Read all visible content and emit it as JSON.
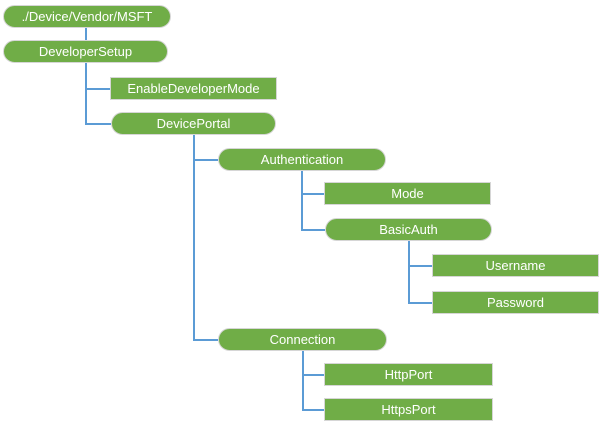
{
  "diagram": {
    "kind": "tree",
    "colors": {
      "node_fill": "#70AD47",
      "node_border": "#D6D6D6",
      "node_text": "#FFFFFF",
      "connector": "#5B9BD5",
      "background": "#FFFFFF"
    },
    "root_label": "./Device/Vendor/MSFT",
    "nodes": [
      {
        "id": "msft",
        "label": "./Device/Vendor/MSFT",
        "shape": "rounded",
        "parent": null
      },
      {
        "id": "developersetup",
        "label": "DeveloperSetup",
        "shape": "rounded",
        "parent": "msft"
      },
      {
        "id": "enabledevelopermode",
        "label": "EnableDeveloperMode",
        "shape": "rect",
        "parent": "developersetup"
      },
      {
        "id": "deviceportal",
        "label": "DevicePortal",
        "shape": "rounded",
        "parent": "developersetup"
      },
      {
        "id": "authentication",
        "label": "Authentication",
        "shape": "rounded",
        "parent": "deviceportal"
      },
      {
        "id": "mode",
        "label": "Mode",
        "shape": "rect",
        "parent": "authentication"
      },
      {
        "id": "basicauth",
        "label": "BasicAuth",
        "shape": "rounded",
        "parent": "authentication"
      },
      {
        "id": "username",
        "label": "Username",
        "shape": "rect",
        "parent": "basicauth"
      },
      {
        "id": "password",
        "label": "Password",
        "shape": "rect",
        "parent": "basicauth"
      },
      {
        "id": "connection",
        "label": "Connection",
        "shape": "rounded",
        "parent": "deviceportal"
      },
      {
        "id": "httpport",
        "label": "HttpPort",
        "shape": "rect",
        "parent": "connection"
      },
      {
        "id": "httpsport",
        "label": "HttpsPort",
        "shape": "rect",
        "parent": "connection"
      }
    ]
  }
}
